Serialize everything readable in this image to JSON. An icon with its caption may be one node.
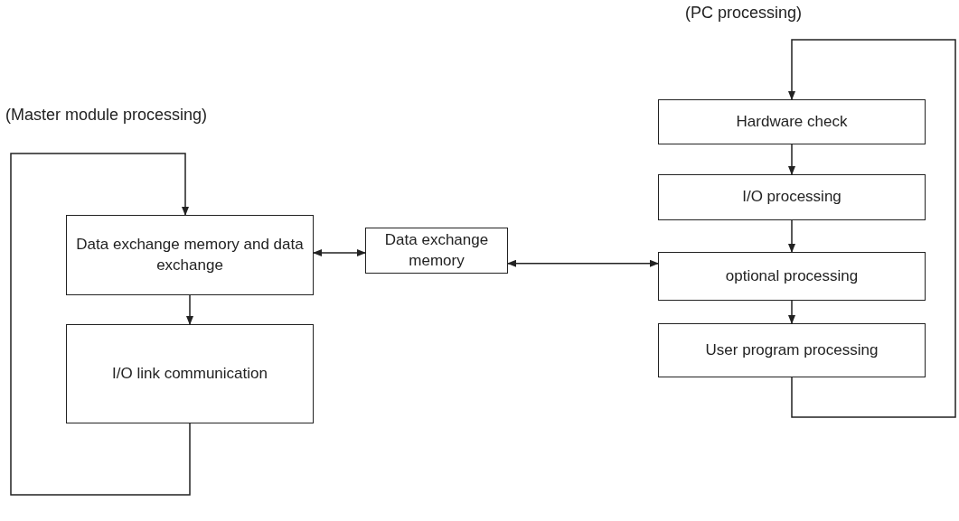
{
  "diagram": {
    "nodes": [
      {
        "text": [
          "Data exchange memory and data exchange"
        ]
      },
      {
        "text": [
          "I/O link communication"
        ]
      },
      {
        "text": [
          "Data exchange memory"
        ]
      },
      {
        "text": [
          "Hardware check"
        ]
      },
      {
        "text": [
          "I/O processing"
        ]
      },
      {
        "text": [
          "optional processing"
        ]
      },
      {
        "text": [
          "User program processing"
        ]
      }
    ],
    "edges": [
      {
        "from": 0,
        "to": 1,
        "arrow": "to"
      },
      {
        "from": 1,
        "to": 0,
        "arrow": "to"
      },
      {
        "from": 0,
        "to": 2,
        "arrow": "both"
      },
      {
        "from": 2,
        "to": 5,
        "arrow": "both"
      },
      {
        "from": 3,
        "to": 4,
        "arrow": "to"
      },
      {
        "from": 4,
        "to": 5,
        "arrow": "to"
      },
      {
        "from": 5,
        "to": 6,
        "arrow": "to"
      },
      {
        "from": 6,
        "to": 3,
        "arrow": "to"
      }
    ],
    "labels": [
      "(PC processing)",
      "(Master module processing)"
    ]
  }
}
